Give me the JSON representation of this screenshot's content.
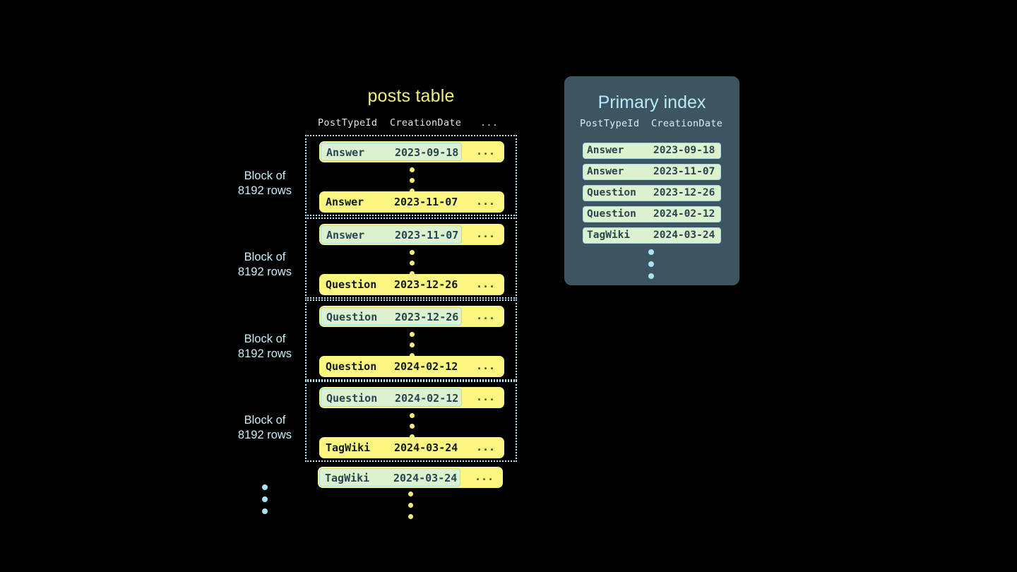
{
  "posts_table": {
    "title": "posts table",
    "columns": [
      "PostTypeId",
      "CreationDate",
      "..."
    ],
    "blocks": [
      {
        "label_line1": "Block of",
        "label_line2": "8192 rows",
        "first_row": {
          "post_type_id": "Answer",
          "creation_date": "2023-09-18",
          "more": "...",
          "highlighted": true
        },
        "last_row": {
          "post_type_id": "Answer",
          "creation_date": "2023-11-07",
          "more": "...",
          "highlighted": false
        }
      },
      {
        "label_line1": "Block of",
        "label_line2": "8192 rows",
        "first_row": {
          "post_type_id": "Answer",
          "creation_date": "2023-11-07",
          "more": "...",
          "highlighted": true
        },
        "last_row": {
          "post_type_id": "Question",
          "creation_date": "2023-12-26",
          "more": "...",
          "highlighted": false
        }
      },
      {
        "label_line1": "Block of",
        "label_line2": "8192 rows",
        "first_row": {
          "post_type_id": "Question",
          "creation_date": "2023-12-26",
          "more": "...",
          "highlighted": true
        },
        "last_row": {
          "post_type_id": "Question",
          "creation_date": "2024-02-12",
          "more": "...",
          "highlighted": false
        }
      },
      {
        "label_line1": "Block of",
        "label_line2": "8192 rows",
        "first_row": {
          "post_type_id": "Question",
          "creation_date": "2024-02-12",
          "more": "...",
          "highlighted": true
        },
        "last_row": {
          "post_type_id": "TagWiki",
          "creation_date": "2024-03-24",
          "more": "...",
          "highlighted": false
        }
      }
    ],
    "trailing_row": {
      "post_type_id": "TagWiki",
      "creation_date": "2024-03-24",
      "more": "...",
      "highlighted": true
    },
    "ellipsis_icon": "vertical-ellipsis-icon"
  },
  "index_panel": {
    "title": "Primary index",
    "columns": [
      "PostTypeId",
      "CreationDate"
    ],
    "rows": [
      {
        "post_type_id": "Answer",
        "creation_date": "2023-09-18"
      },
      {
        "post_type_id": "Answer",
        "creation_date": "2023-11-07"
      },
      {
        "post_type_id": "Question",
        "creation_date": "2023-12-26"
      },
      {
        "post_type_id": "Question",
        "creation_date": "2024-02-12"
      },
      {
        "post_type_id": "TagWiki",
        "creation_date": "2024-03-24"
      }
    ],
    "ellipsis_icon": "vertical-ellipsis-icon"
  },
  "colors": {
    "background": "#000000",
    "row_yellow": "#faf67f",
    "highlight_green": "#dcf1cd",
    "highlight_border": "#a7d9e8",
    "block_border_cyan": "#b6e8f5",
    "label_cyan": "#c9edf8",
    "title_yellow": "#f2f07a",
    "panel_slate": "#3d5560",
    "index_title_cyan": "#b9e9f8",
    "dot_yellow": "#f5f07e",
    "dot_cyan": "#a9e4f4",
    "mono_text_dark": "#121a20",
    "header_text": "#dfe6e9"
  }
}
